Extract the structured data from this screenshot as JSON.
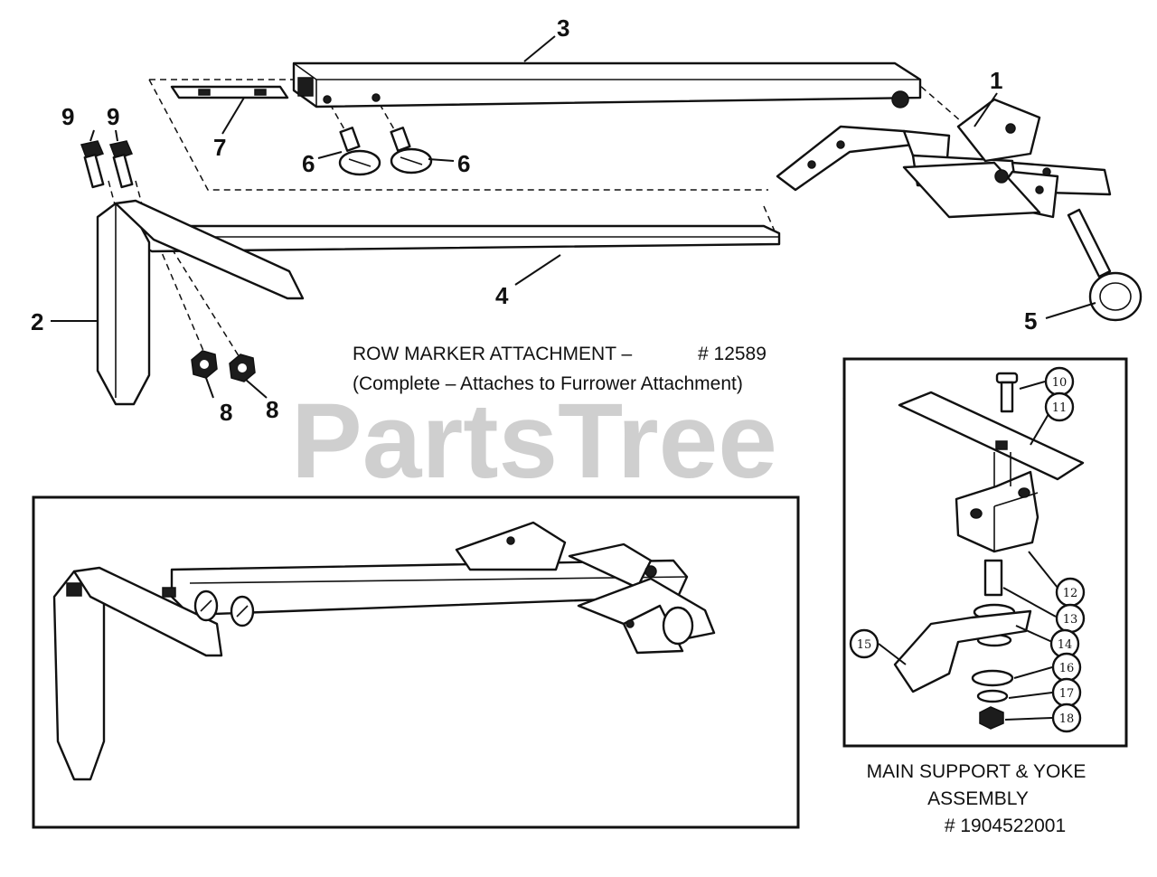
{
  "watermark": {
    "text": "PartsTree",
    "trademark": "TM"
  },
  "title": {
    "line1_name": "ROW MARKER ATTACHMENT –",
    "line1_number": "# 12589",
    "line2": "(Complete – Attaches to Furrower Attachment)"
  },
  "callouts": {
    "c1": "1",
    "c2": "2",
    "c3": "3",
    "c4": "4",
    "c5": "5",
    "c6a": "6",
    "c6b": "6",
    "c7": "7",
    "c8a": "8",
    "c8b": "8",
    "c9a": "9",
    "c9b": "9"
  },
  "inset": {
    "callouts": {
      "c10": "10",
      "c11": "11",
      "c12": "12",
      "c13": "13",
      "c14": "14",
      "c15": "15",
      "c16": "16",
      "c17": "17",
      "c18": "18"
    },
    "caption_line1": "MAIN SUPPORT & YOKE",
    "caption_line2": "ASSEMBLY",
    "caption_number": "# 1904522001"
  }
}
